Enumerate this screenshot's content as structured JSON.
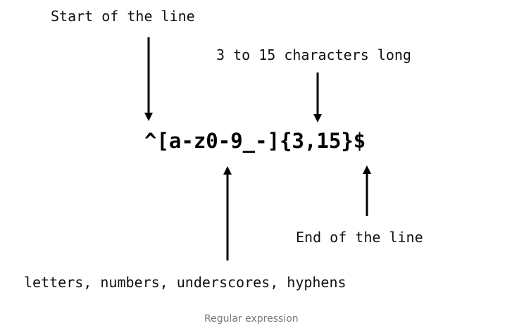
{
  "labels": {
    "start": "Start of the line",
    "length": "3 to 15 characters long",
    "end": "End of the line",
    "charset": "letters, numbers, underscores, hyphens"
  },
  "regex": "^[a-z0-9_-]{3,15}$",
  "caption": "Regular expression",
  "colors": {
    "text": "#111111",
    "arrow": "#000000",
    "caption": "#777777"
  }
}
